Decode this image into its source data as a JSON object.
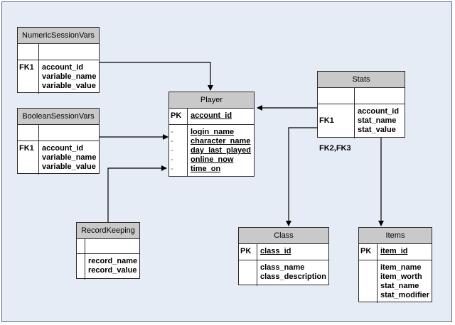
{
  "entities": {
    "numeric": {
      "title": "NumericSessionVars",
      "keys": "FK1",
      "attrs": [
        "account_id",
        "variable_name",
        "variable_value"
      ]
    },
    "boolean": {
      "title": "BooleanSessionVars",
      "keys": "FK1",
      "attrs": [
        "account_id",
        "variable_name",
        "variable_value"
      ]
    },
    "record": {
      "title": "RecordKeeping",
      "attrs": [
        "record_name",
        "record_value"
      ]
    },
    "player": {
      "title": "Player",
      "pk": "PK",
      "pk_attr": "account_id",
      "attrs": [
        "login_name",
        "character_name",
        "day_last_played",
        "online_now",
        "time_on"
      ]
    },
    "stats": {
      "title": "Stats",
      "keys": [
        "FK1",
        "FK2,FK3"
      ],
      "attrs": [
        "account_id",
        "stat_name",
        "stat_value"
      ]
    },
    "class": {
      "title": "Class",
      "pk": "PK",
      "pk_attr": "class_id",
      "attrs": [
        "class_name",
        "class_description"
      ]
    },
    "items": {
      "title": "Items",
      "pk": "PK",
      "pk_attr": "item_id",
      "attrs": [
        "item_name",
        "item_worth",
        "stat_name",
        "stat_modifier"
      ]
    }
  }
}
